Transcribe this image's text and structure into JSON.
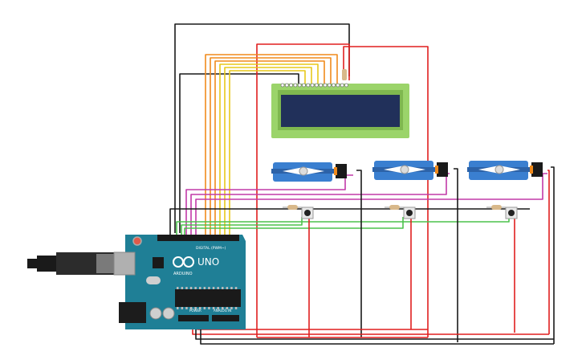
{
  "colors": {
    "board": "#1f7f96",
    "board_dark": "#176577",
    "lcd_frame": "#9bd46a",
    "lcd_screen": "#21305a",
    "servo_body": "#3a7fd0",
    "wire_red": "#e01f1f",
    "wire_black": "#1a1a1a",
    "wire_green": "#4cc24c",
    "wire_magenta": "#c23aa8",
    "wire_orange": "#f08a1c",
    "wire_yellow": "#e8c81a"
  },
  "arduino": {
    "brand": "ARDUINO",
    "model": "UNO",
    "digital_label": "DIGITAL (PWM~)",
    "power_label": "POWER",
    "analog_label": "ANALOG IN"
  },
  "components": {
    "lcd": "lcd-16x2",
    "servos": [
      "servo-1",
      "servo-2",
      "servo-3"
    ],
    "buttons": [
      "button-1",
      "button-2",
      "button-3"
    ],
    "resistors": [
      "resistor-1",
      "resistor-2",
      "resistor-3",
      "resistor-lcd"
    ]
  }
}
